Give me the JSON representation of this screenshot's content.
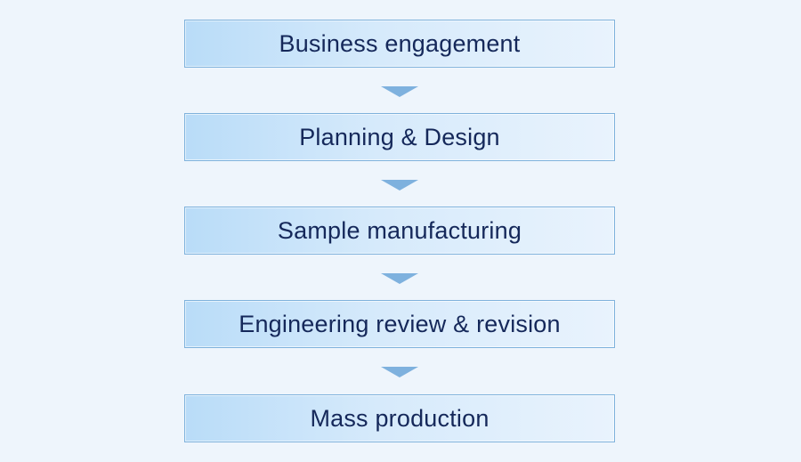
{
  "flowchart": {
    "steps": [
      {
        "label": "Business engagement"
      },
      {
        "label": "Planning & Design"
      },
      {
        "label": "Sample manufacturing"
      },
      {
        "label": "Engineering review & revision"
      },
      {
        "label": "Mass production"
      }
    ]
  },
  "colors": {
    "background": "#eef5fc",
    "box_border": "#7fb2dc",
    "box_fill_left": "#b9dcf8",
    "box_fill_right": "#e9f3fd",
    "arrow": "#7eb1de",
    "text": "#15285a"
  }
}
